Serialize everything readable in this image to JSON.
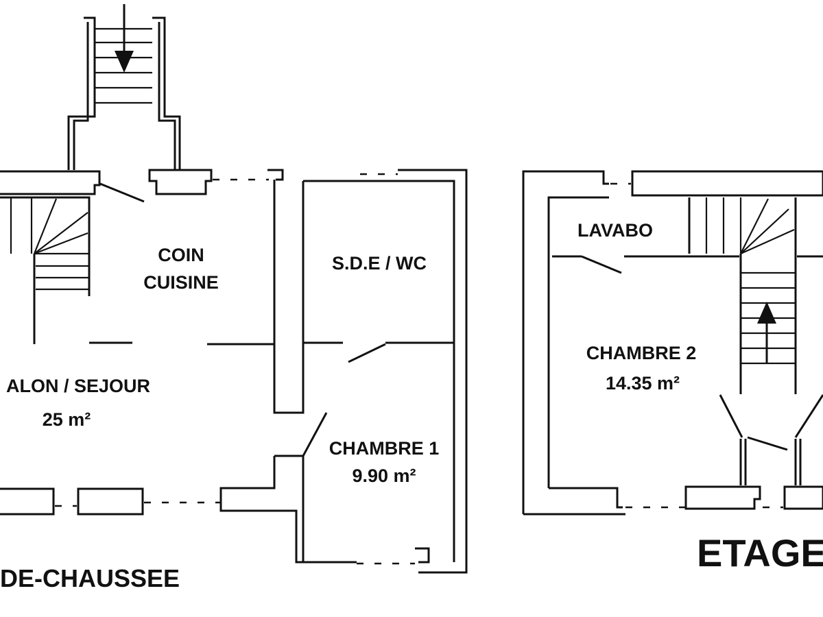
{
  "ground_floor": {
    "title": "DE-CHAUSSEE",
    "rooms": {
      "coin_cuisine_line1": "COIN",
      "coin_cuisine_line2": "CUISINE",
      "sde_wc": "S.D.E / WC",
      "salon_name": "ALON / SEJOUR",
      "salon_area": "25 m²",
      "chambre1_name": "CHAMBRE 1",
      "chambre1_area": "9.90 m²"
    }
  },
  "upper_floor": {
    "title": "ETAGE",
    "rooms": {
      "lavabo": "LAVABO",
      "chambre2_name": "CHAMBRE 2",
      "chambre2_area": "14.35 m²"
    }
  }
}
